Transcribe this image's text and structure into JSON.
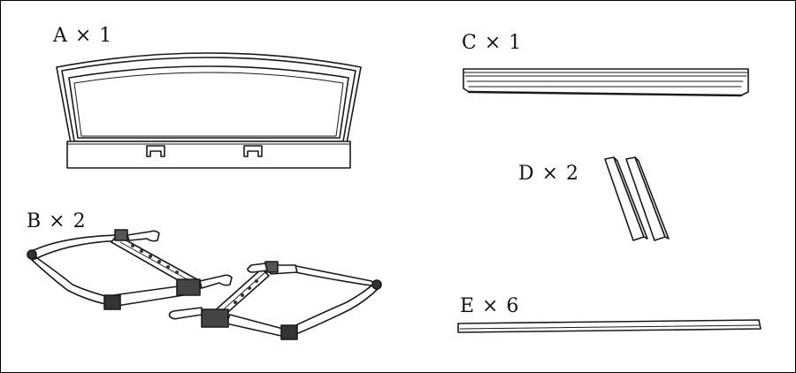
{
  "parts": [
    {
      "id": "A",
      "label": "A × 1"
    },
    {
      "id": "B",
      "label": "B × 2"
    },
    {
      "id": "C",
      "label": "C × 1"
    },
    {
      "id": "D",
      "label": "D × 2"
    },
    {
      "id": "E",
      "label": "E × 6"
    }
  ]
}
